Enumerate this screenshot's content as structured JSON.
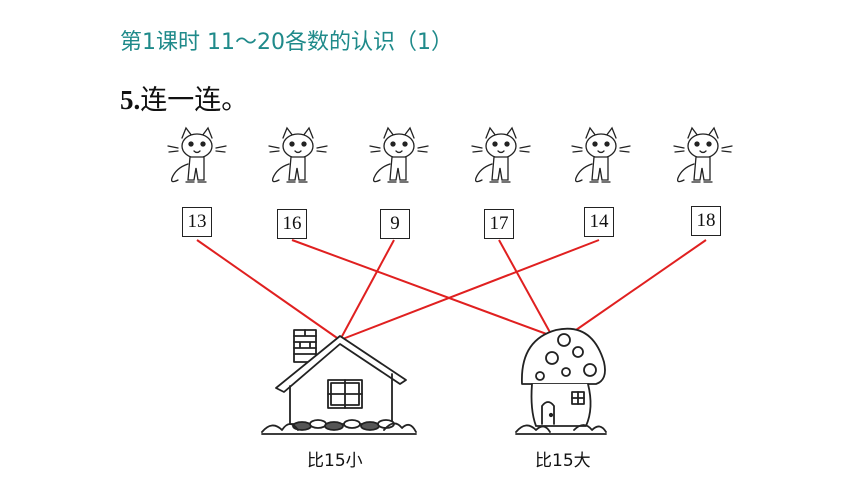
{
  "header": {
    "title": "第1课时 11～20各数的认识（1）"
  },
  "task": {
    "number": "5.",
    "instruction": "连一连。"
  },
  "cards": [
    {
      "value": "13"
    },
    {
      "value": "16"
    },
    {
      "value": "9"
    },
    {
      "value": "17"
    },
    {
      "value": "14"
    },
    {
      "value": "18"
    }
  ],
  "targets": {
    "house": {
      "label": "比15小"
    },
    "mushroom": {
      "label": "比15大"
    }
  },
  "connections": [
    {
      "card": "13",
      "target": "house"
    },
    {
      "card": "16",
      "target": "mushroom"
    },
    {
      "card": "9",
      "target": "house"
    },
    {
      "card": "17",
      "target": "mushroom"
    },
    {
      "card": "14",
      "target": "house"
    },
    {
      "card": "18",
      "target": "mushroom"
    }
  ],
  "colors": {
    "header": "#1f8a8a",
    "line": "#e02020",
    "ink": "#222222"
  }
}
